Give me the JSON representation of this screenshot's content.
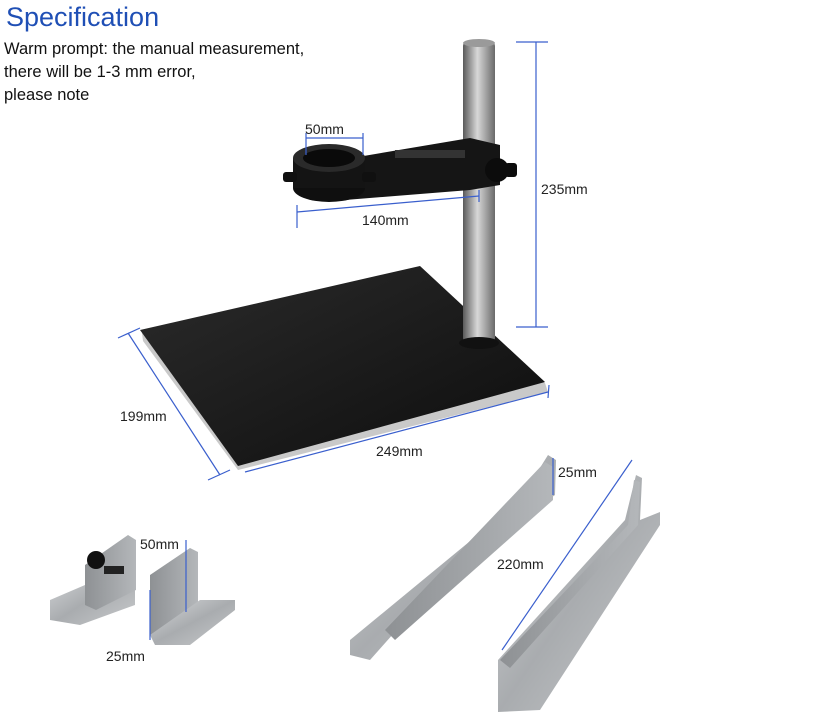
{
  "header": {
    "title": "Specification",
    "note_lines": [
      "Warm prompt: the manual measurement,",
      "there will be 1-3 mm error,",
      "please note"
    ]
  },
  "dimensions": {
    "clamp_diameter": "50mm",
    "arm_length": "140mm",
    "pole_height": "235mm",
    "base_depth": "199mm",
    "base_width": "249mm",
    "bracket_height": "50mm",
    "bracket_width": "25mm",
    "rail_height": "25mm",
    "rail_length": "220mm"
  },
  "colors": {
    "title": "#1f4fb5",
    "dimension_line": "#3a5fcd",
    "base": "#1c1c1c",
    "pole": "#8a8a8a",
    "aluminum": "#b9bcbf"
  }
}
